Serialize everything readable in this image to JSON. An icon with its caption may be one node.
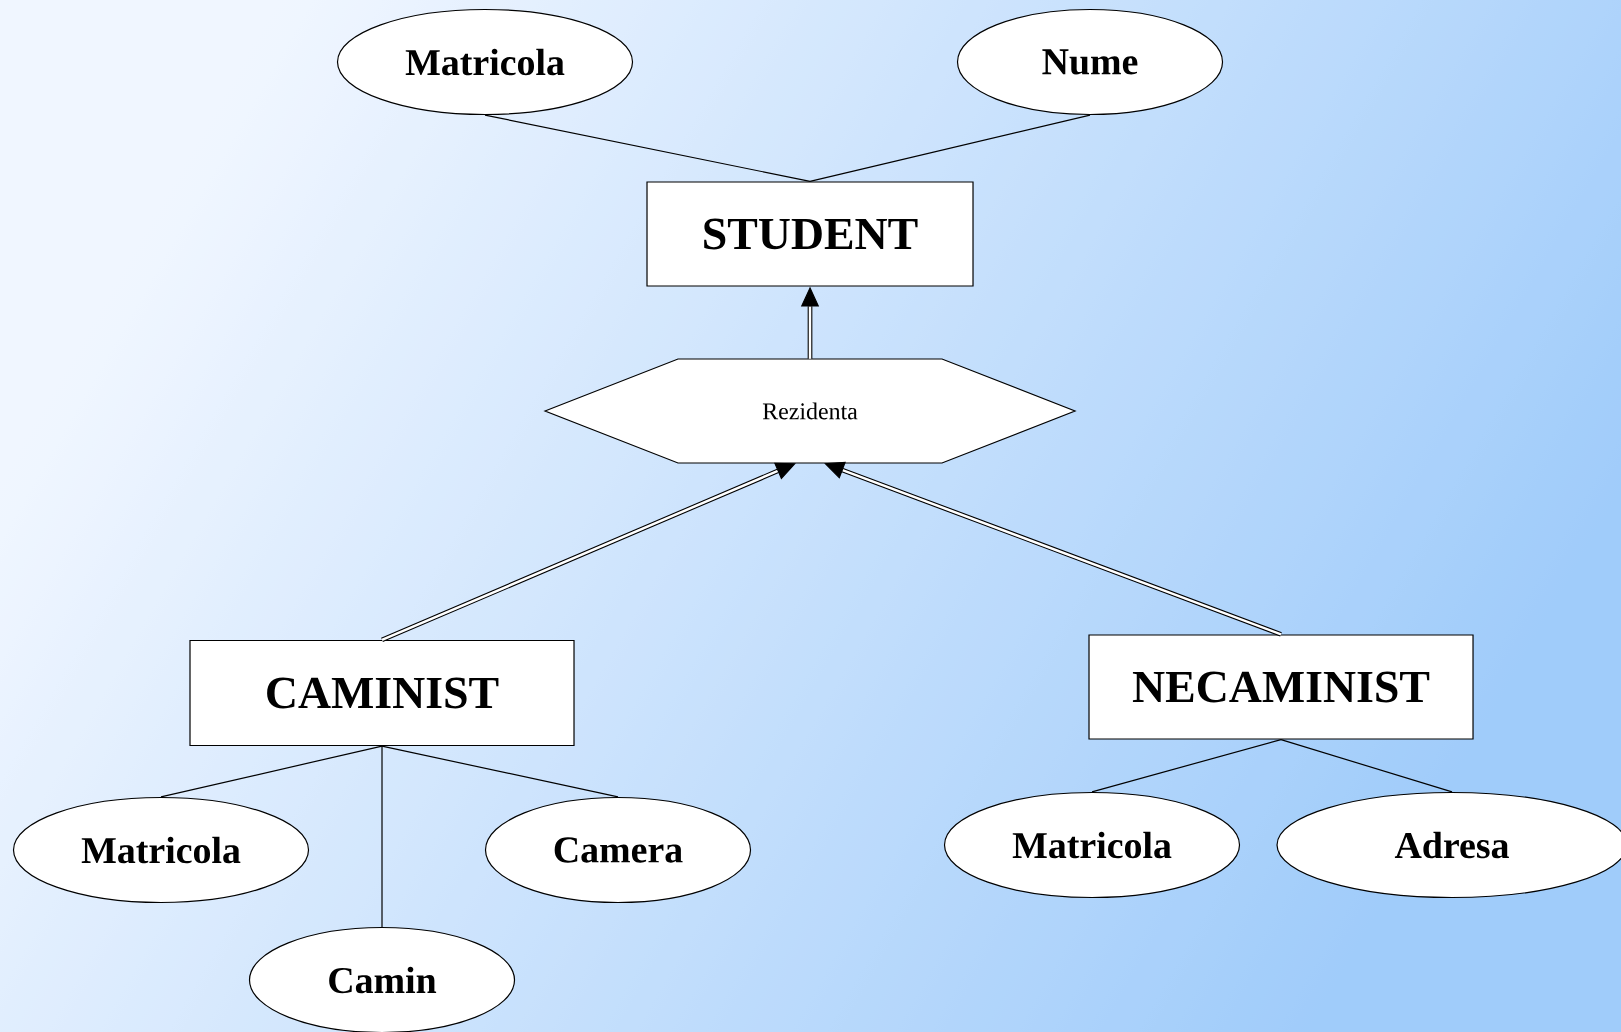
{
  "diagram": {
    "nodes": [
      {
        "text": [
          "Matricola"
        ]
      },
      {
        "text": [
          "Nume"
        ]
      },
      {
        "text": [
          "STUDENT"
        ]
      },
      {
        "text": [
          "Rezidenta"
        ]
      },
      {
        "text": [
          "CAMINIST"
        ]
      },
      {
        "text": [
          "NECAMINIST"
        ]
      },
      {
        "text": [
          "Matricola"
        ]
      },
      {
        "text": [
          "Camera"
        ]
      },
      {
        "text": [
          "Camin"
        ]
      },
      {
        "text": [
          "Matricola"
        ]
      },
      {
        "text": [
          "Adresa"
        ]
      }
    ],
    "edges": [
      {
        "from": 2,
        "to": 0,
        "arrow": "none"
      },
      {
        "from": 2,
        "to": 1,
        "arrow": "none"
      },
      {
        "from": 3,
        "to": 2,
        "arrow": "to",
        "style": "thick"
      },
      {
        "from": 4,
        "to": 3,
        "arrow": "to",
        "style": "thick"
      },
      {
        "from": 5,
        "to": 3,
        "arrow": "to",
        "style": "thick"
      },
      {
        "from": 4,
        "to": 6,
        "arrow": "none"
      },
      {
        "from": 4,
        "to": 7,
        "arrow": "none"
      },
      {
        "from": 4,
        "to": 8,
        "arrow": "none"
      },
      {
        "from": 5,
        "to": 9,
        "arrow": "none"
      },
      {
        "from": 5,
        "to": 10,
        "arrow": "none"
      }
    ]
  }
}
